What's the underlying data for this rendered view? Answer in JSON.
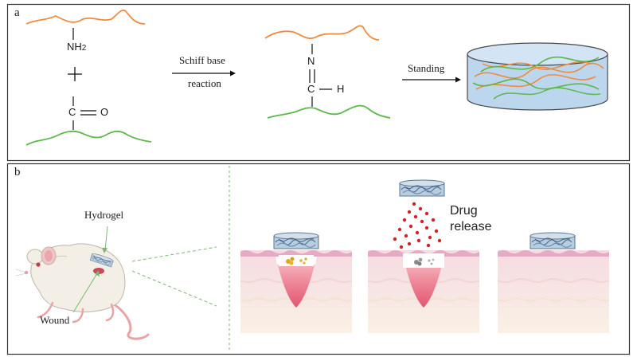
{
  "panel_a": {
    "label": "a",
    "amine_group": "NH",
    "amine_subscript": "2",
    "plus": "+",
    "carbonyl_c": "C",
    "carbonyl_o": "O",
    "arrow1_line1": "Schiff base",
    "arrow1_line2": "reaction",
    "imine_n": "N",
    "imine_c": "C",
    "imine_h": "H",
    "arrow2_label": "Standing"
  },
  "panel_b": {
    "label": "b",
    "hydrogel_label": "Hydrogel",
    "wound_label": "Wound",
    "drug_label_line1": "Drug",
    "drug_label_line2": "release"
  },
  "colors": {
    "polymer_amine": "#f08a3c",
    "polymer_aldehyde": "#5cb84a",
    "gel_fill": "#bcd6ee",
    "skin_pink": "#f4c9cf",
    "wound_red": "#e0506a",
    "drug_red": "#d8202a",
    "frame": "#333333"
  }
}
